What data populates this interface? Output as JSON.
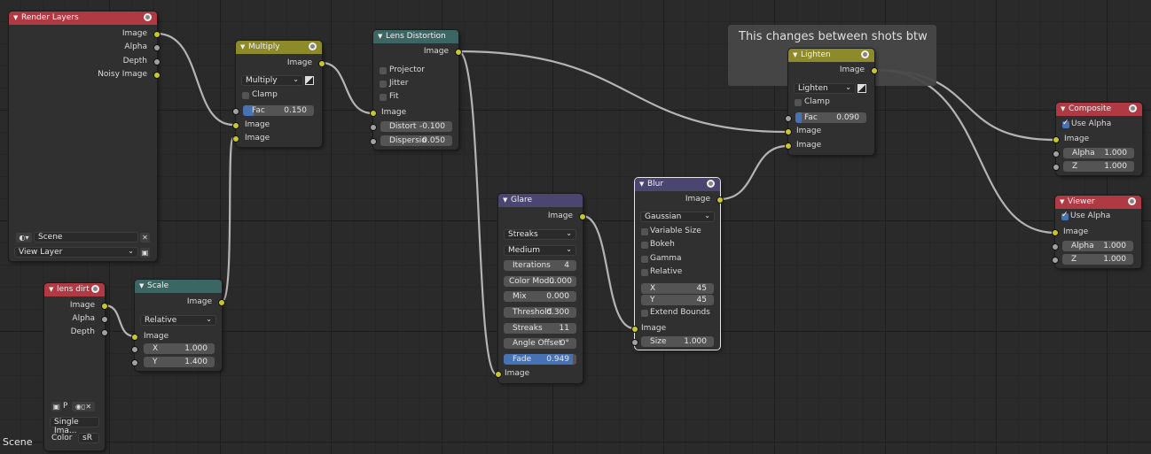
{
  "frame": {
    "title": "This changes between shots btw"
  },
  "render_layers": {
    "title": "Render Layers",
    "outputs": [
      "Image",
      "Alpha",
      "Depth",
      "Noisy Image"
    ],
    "scene": "Scene",
    "view_layer": "View Layer"
  },
  "lens_dirt": {
    "title": "lens dirt",
    "outputs": [
      "Image",
      "Alpha",
      "Depth"
    ],
    "image_name": "P",
    "source": "Single Ima...",
    "color_label": "Color",
    "color_value": "sR"
  },
  "scale": {
    "title": "Scale",
    "output": "Image",
    "mode": "Relative",
    "input": "Image",
    "x_label": "X",
    "x_value": "1.000",
    "y_label": "Y",
    "y_value": "1.400"
  },
  "multiply": {
    "title": "Multiply",
    "output": "Image",
    "blend": "Multiply",
    "clamp": "Clamp",
    "fac_label": "Fac",
    "fac_value": "0.150",
    "fac": 0.15,
    "input1": "Image",
    "input2": "Image"
  },
  "lens_distortion": {
    "title": "Lens Distortion",
    "output": "Image",
    "projector": "Projector",
    "jitter": "Jitter",
    "fit": "Fit",
    "input": "Image",
    "distort_label": "Distort",
    "distort_value": "-0.100",
    "dispersion_label": "Dispersio",
    "dispersion_value": "0.050"
  },
  "glare": {
    "title": "Glare",
    "output": "Image",
    "type": "Streaks",
    "quality": "Medium",
    "iterations_label": "Iterations",
    "iterations_value": "4",
    "color_mod_label": "Color Modu",
    "color_mod_value": "0.000",
    "mix_label": "Mix",
    "mix_value": "0.000",
    "threshold_label": "Threshold",
    "threshold_value": "0.300",
    "streaks_label": "Streaks",
    "streaks_value": "11",
    "angle_label": "Angle Offset",
    "angle_value": "0°",
    "fade_label": "Fade",
    "fade_value": "0.949",
    "fade": 0.949,
    "input": "Image"
  },
  "blur": {
    "title": "Blur",
    "output": "Image",
    "filter": "Gaussian",
    "variable_size": "Variable Size",
    "bokeh": "Bokeh",
    "gamma": "Gamma",
    "relative": "Relative",
    "x_label": "X",
    "x_value": "45",
    "y_label": "Y",
    "y_value": "45",
    "extend_bounds": "Extend Bounds",
    "input": "Image",
    "size_label": "Size",
    "size_value": "1.000"
  },
  "lighten": {
    "title": "Lighten",
    "output": "Image",
    "blend": "Lighten",
    "clamp": "Clamp",
    "fac_label": "Fac",
    "fac_value": "0.090",
    "fac": 0.09,
    "input1": "Image",
    "input2": "Image"
  },
  "composite": {
    "title": "Composite",
    "use_alpha": "Use Alpha",
    "input": "Image",
    "alpha_label": "Alpha",
    "alpha_value": "1.000",
    "z_label": "Z",
    "z_value": "1.000"
  },
  "viewer": {
    "title": "Viewer",
    "use_alpha": "Use Alpha",
    "input": "Image",
    "alpha_label": "Alpha",
    "alpha_value": "1.000",
    "z_label": "Z",
    "z_value": "1.000"
  },
  "editor": {
    "scene_label": "Scene"
  },
  "colors": {
    "input_header": "#b03a44",
    "color_header": "#8d8a2a",
    "distort_header": "#3c6663",
    "filter_header": "#4a4670",
    "image_socket": "#c7c729",
    "value_socket": "#a1a1a1",
    "slider_fill": "#4772b3"
  }
}
